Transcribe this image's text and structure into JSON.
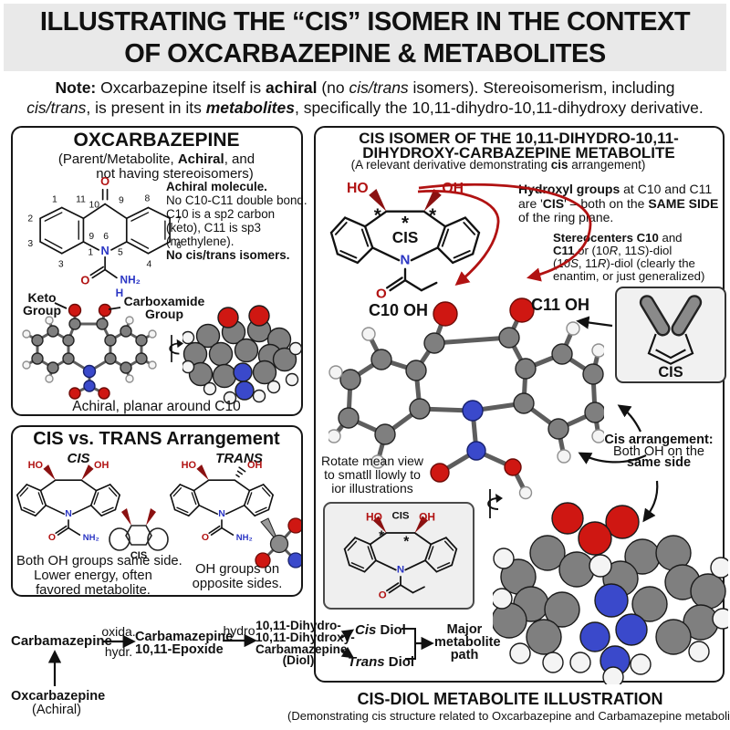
{
  "colors": {
    "red": "#b11212",
    "blue": "#2a35c4",
    "wedge": "#8b1111",
    "panel_border": "#161616",
    "header_bg": "#e9e9e9"
  },
  "atoms": {
    "ho": "HO",
    "oh": "OH",
    "o": "O",
    "n": "N",
    "nh2": "NH₂",
    "h": "H",
    "cis": "CIS",
    "asterisk": "*"
  },
  "header": {
    "title1": "ILLUSTRATING THE “CIS” ISOMER IN THE CONTEXT",
    "title2": "OF OXCARBAZEPINE & METABOLITES"
  },
  "note": {
    "l1": [
      {
        "t": "Note: ",
        "b": 1
      },
      {
        "t": "Oxcarbazepine itself is "
      },
      {
        "t": "achiral",
        "b": 1
      },
      {
        "t": " (no "
      },
      {
        "t": "cis/trans",
        "i": 1
      },
      {
        "t": " isomers). Stereoisomerism, including"
      }
    ],
    "l2": [
      {
        "t": "cis/trans",
        "i": 1
      },
      {
        "t": ", is present in its "
      },
      {
        "t": "metabolites",
        "b": 1,
        "i": 1
      },
      {
        "t": ", specifically the 10,11-dihydro-10,11-dihydroxy derivative."
      }
    ]
  },
  "p1": {
    "title": "OXCARBAZEPINE",
    "sub1": [
      {
        "t": "(Parent/Metabolite, "
      },
      {
        "t": "Achiral",
        "b": 1
      },
      {
        "t": ", and"
      }
    ],
    "sub2": "not having stereoisomers)",
    "locants": [
      "1",
      "2",
      "3",
      "3",
      "11",
      "10",
      "9",
      "8",
      "7",
      "6",
      "4",
      "9",
      "6",
      "1",
      "5"
    ],
    "desc": [
      [
        {
          "t": "Achiral molecule.",
          "b": 1
        }
      ],
      [
        {
          "t": "No C10-C11 double bond."
        }
      ],
      [
        {
          "t": "C10 is a sp2 carbon"
        }
      ],
      [
        {
          "t": "(keto), C11 is sp3"
        }
      ],
      [
        {
          "t": "(methylene)."
        }
      ],
      [
        {
          "t": "No cis/trans isomers.",
          "b": 1
        }
      ]
    ],
    "keto": [
      "Keto",
      "Group"
    ],
    "carbox": [
      "Carboxamide",
      "Group"
    ],
    "caption": "Achiral, planar around C10"
  },
  "p2": {
    "title": "CIS vs. TRANS Arrangement",
    "cis": "CIS",
    "trans": "TRANS",
    "mini_cis": "CIS",
    "cis_cap": [
      "Both OH groups same side.",
      "Lower energy, often",
      "favored metabolite."
    ],
    "trans_cap": [
      "OH groups on",
      "opposite sides."
    ]
  },
  "p3": {
    "title1": "CIS ISOMER OF THE 10,11-DIHYDRO-10,11-",
    "title2": "DIHYDROXY-CARBAZEPINE METABOLITE",
    "sub": [
      {
        "t": "(A relevant derivative demonstrating "
      },
      {
        "t": "cis",
        "b": 1
      },
      {
        "t": " arrangement)"
      }
    ],
    "hydroxyl": [
      [
        {
          "t": "Hydroxyl groups",
          "b": 1
        },
        {
          "t": " at C10 and C11"
        }
      ],
      [
        {
          "t": "are '"
        },
        {
          "t": "CIS",
          "b": 1
        },
        {
          "t": "' – both on the "
        },
        {
          "t": "SAME SIDE",
          "b": 1
        }
      ],
      [
        {
          "t": "of the ring plane."
        }
      ]
    ],
    "stereo": [
      [
        {
          "t": "Stereocenters C10",
          "b": 1
        },
        {
          "t": " and"
        }
      ],
      [
        {
          "t": "C11",
          "b": 1
        },
        {
          "t": " or (10"
        },
        {
          "t": "R",
          "i": 1
        },
        {
          "t": ", 11"
        },
        {
          "t": "S",
          "i": 1
        },
        {
          "t": ")-diol"
        }
      ],
      [
        {
          "t": "(10"
        },
        {
          "t": "S",
          "i": 1
        },
        {
          "t": ", 11"
        },
        {
          "t": "R",
          "i": 1
        },
        {
          "t": ")-diol (clearly the"
        }
      ],
      [
        {
          "t": "enantim, or just generalized)"
        }
      ]
    ],
    "c10": "C10 OH",
    "c11": "C11 OH",
    "rotate": [
      "Rotate mean view",
      "to smatll llowly to",
      "ior illustrations"
    ],
    "cis_box": "CIS",
    "arrangement": [
      [
        {
          "t": "Cis arrangement:",
          "b": 1
        }
      ],
      [
        {
          "t": "Both OH on the"
        }
      ],
      [
        {
          "t": "same side",
          "b": 1
        }
      ]
    ]
  },
  "flow": {
    "n1": "Carbamazepine",
    "a1t": "oxida.",
    "a1b": "hydr.",
    "n2": [
      "Carbamazepine",
      "10,11-Epoxide"
    ],
    "a2t": "hydro",
    "n3": [
      "10,11-Dihydro-",
      "10,11-Dihydroxy-",
      "Carbamazepine",
      "(Diol)"
    ],
    "cis_diol": [
      {
        "t": "Cis",
        "b": 1,
        "i": 1
      },
      {
        "t": " Diol",
        "b": 1
      }
    ],
    "trans_diol": [
      {
        "t": "Trans",
        "b": 1,
        "i": 1
      },
      {
        "t": " Diol",
        "b": 1
      }
    ],
    "result": [
      "Major",
      "metabolite",
      "path"
    ],
    "oxc1": "Oxcarbazepine",
    "oxc2": "(Achiral)"
  },
  "footer": {
    "title": "CIS-DIOL METABOLITE ILLUSTRATION",
    "sub": "(Demonstrating cis structure related to Oxcarbazepine and Carbamazepine metabolism)"
  }
}
